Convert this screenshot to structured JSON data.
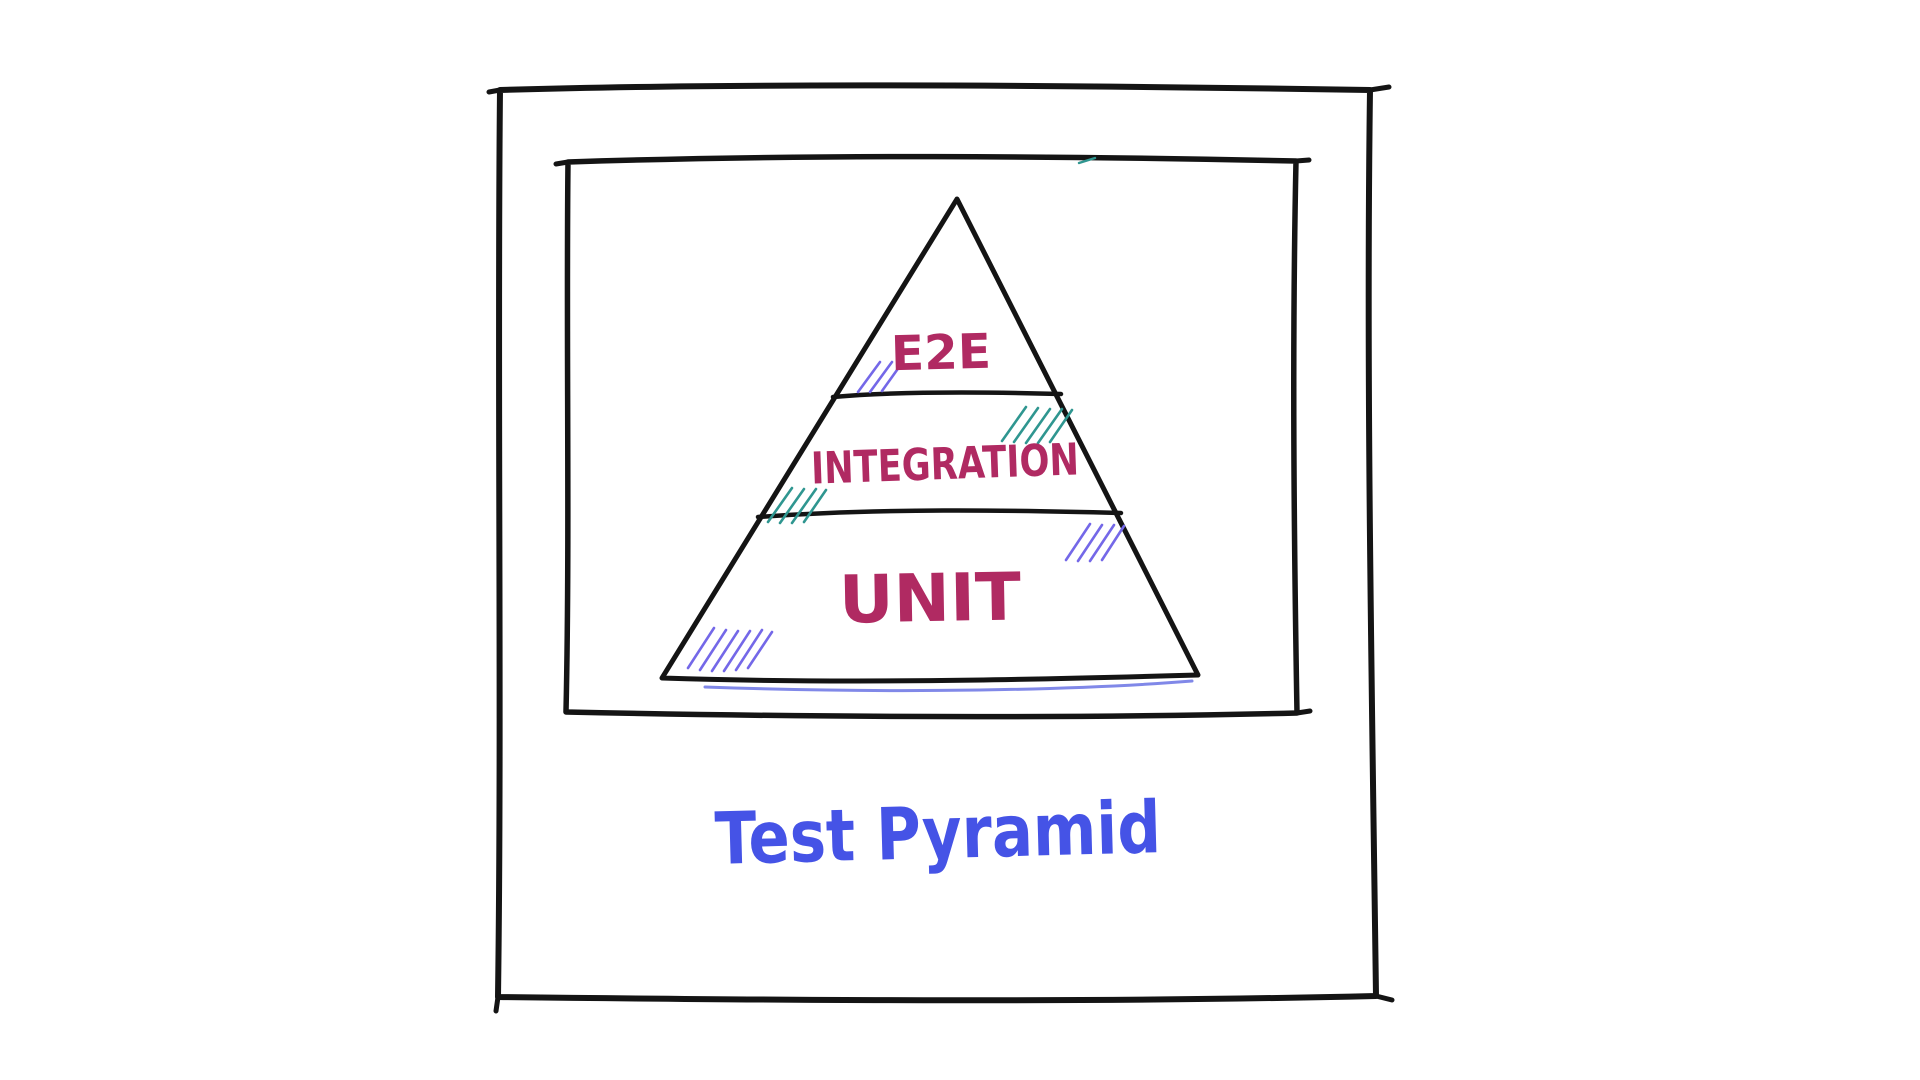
{
  "diagram": {
    "caption": "Test Pyramid",
    "pyramid": {
      "layers": [
        {
          "label": "E2E"
        },
        {
          "label": "INTEGRATION"
        },
        {
          "label": "UNIT"
        }
      ]
    }
  },
  "colors": {
    "ink": "#141414",
    "layer_label": "#b02a62",
    "caption": "#4553e6",
    "hatch_purple": "#7468e8",
    "hatch_teal": "#2f9690",
    "accent_blue": "#5560e0"
  }
}
